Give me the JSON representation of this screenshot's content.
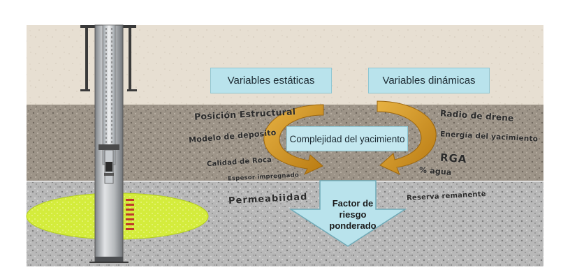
{
  "boxes": {
    "static": "Variables estáticas",
    "dynamic": "Variables dinámicas",
    "complexity": "Complejidad del yacimiento"
  },
  "static_vars": {
    "position": "Posición Estructural",
    "deposit": "Modelo de deposito",
    "rock": "Calidad de Roca",
    "thickness": "Espesor impregnado",
    "permeability": "Permeabiidad"
  },
  "dynamic_vars": {
    "radius": "Radio de drene",
    "energy": "Energía del yacimiento",
    "rga": "RGA",
    "water": "% agua",
    "reserve": "Reserva remanente"
  },
  "factor": {
    "line1": "Factor de",
    "line2": "riesgo",
    "line3": "ponderado"
  },
  "colors": {
    "surface": "#e6ddd0",
    "overburden": "#a39a8e",
    "reservoir": "#bdbdbd",
    "box_fill": "#b9e3ec",
    "swirl_arrow": "#d69a1e",
    "down_arrow": "#b9e3ec",
    "perforation_zone": "#d6ee3a",
    "perforations": "#c0392b"
  }
}
